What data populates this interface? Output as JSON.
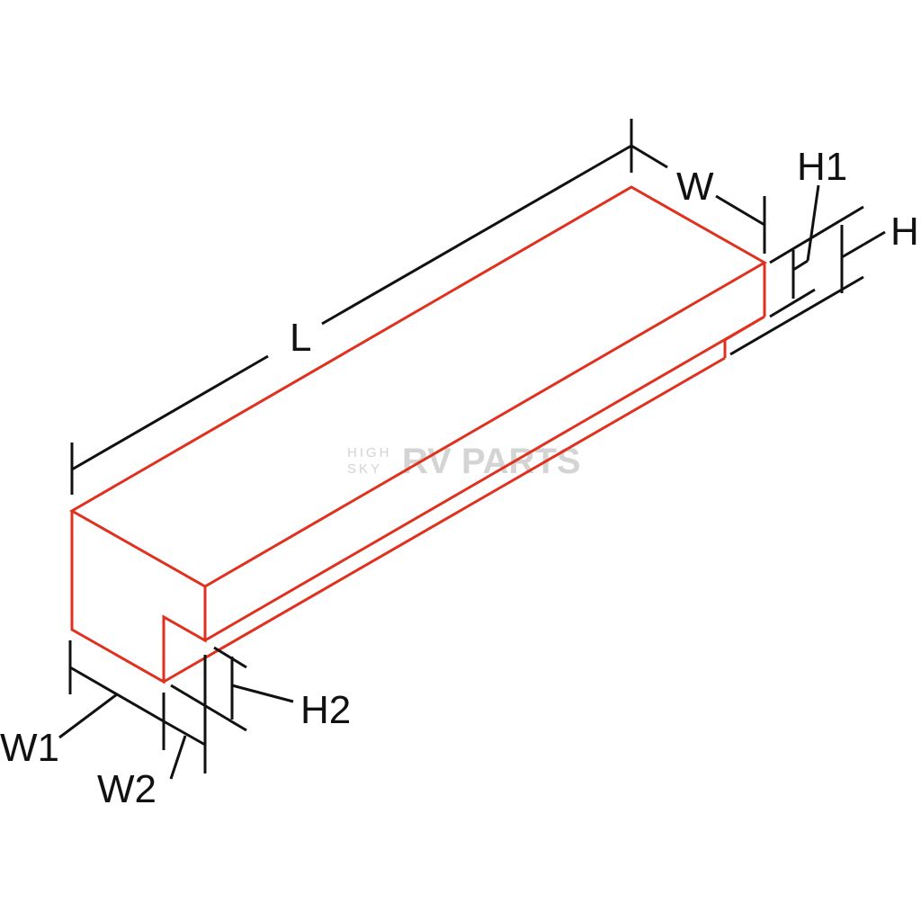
{
  "colors": {
    "outline": "#e0301e",
    "dimension": "#111111",
    "watermark": "#d4d4d4",
    "background": "#ffffff"
  },
  "labels": {
    "length": "L",
    "width": "W",
    "height_1": "H1",
    "height": "H",
    "height_2": "H2",
    "width_1": "W1",
    "width_2": "W2"
  },
  "watermark": {
    "line1": "HIGH",
    "line2": "SKY",
    "brand": "RV PARTS"
  }
}
